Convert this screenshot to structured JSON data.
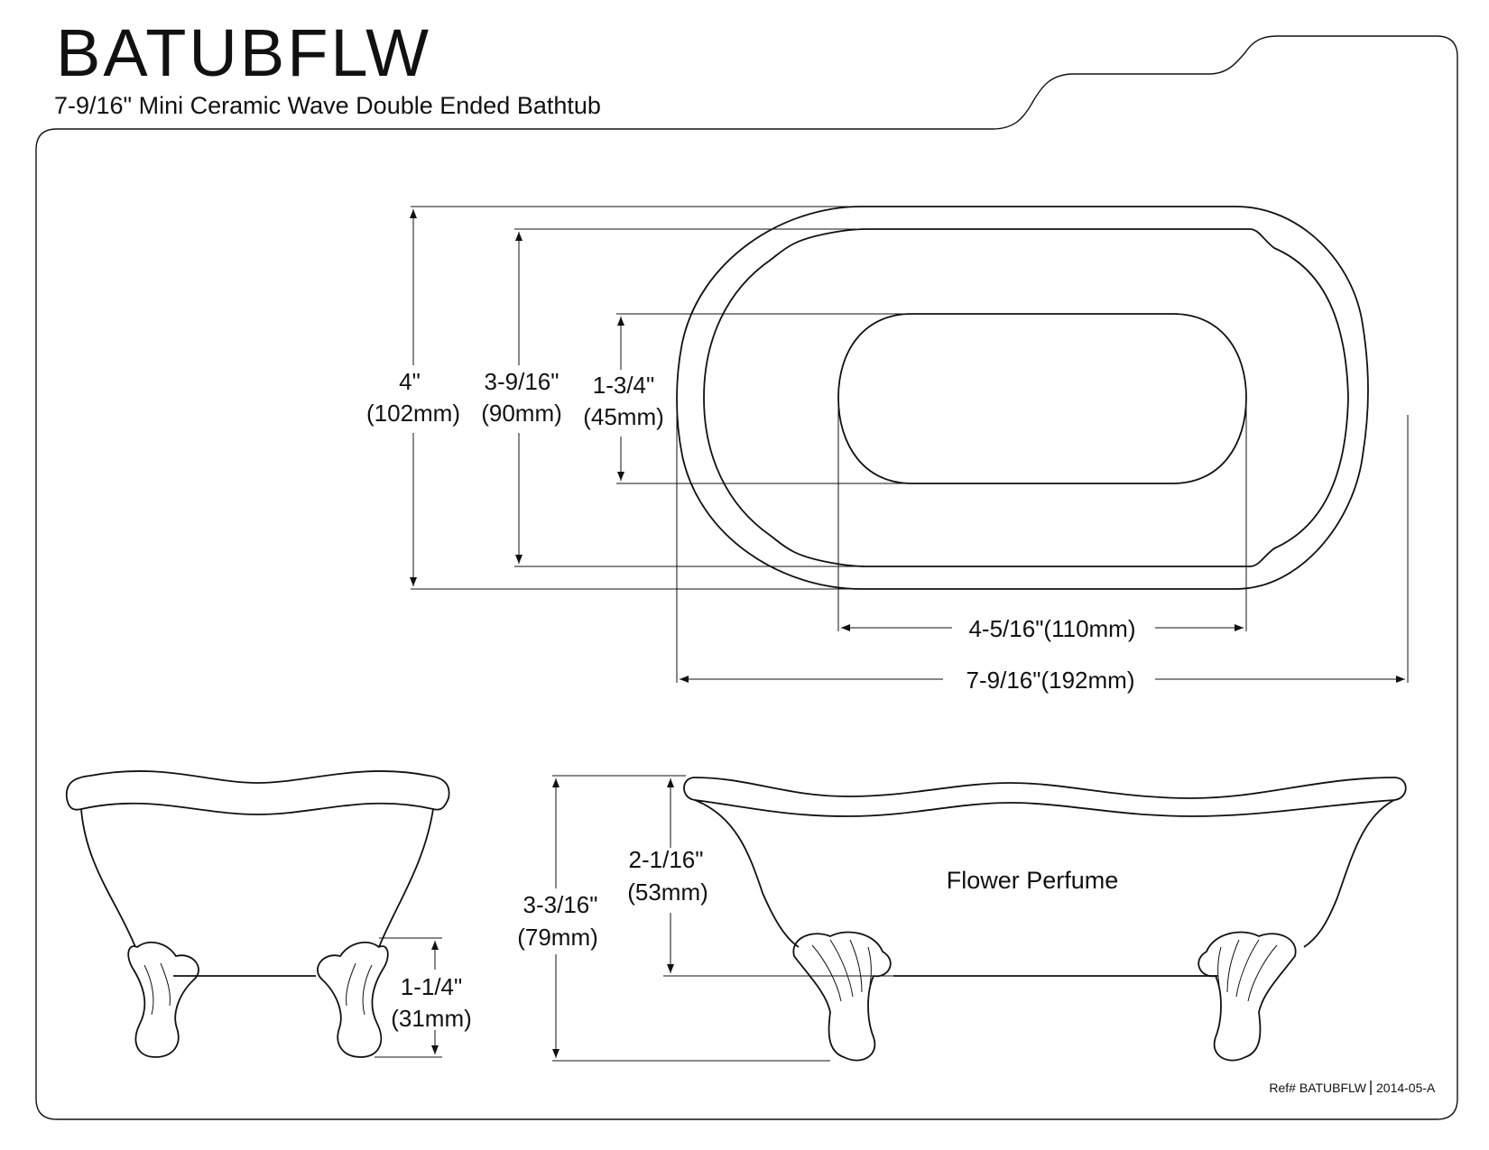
{
  "header": {
    "model": "BATUBFLW",
    "description": "7-9/16\" Mini Ceramic Wave Double Ended Bathtub"
  },
  "top_view": {
    "overall_width_in": "4\"",
    "overall_width_mm": "(102mm)",
    "inner_width_in": "3-9/16\"",
    "inner_width_mm": "(90mm)",
    "basin_width_in": "1-3/4\"",
    "basin_width_mm": "(45mm)",
    "basin_length": "4-5/16\"(110mm)",
    "overall_length": "7-9/16\"(192mm)"
  },
  "side_views": {
    "foot_height_in": "1-1/4\"",
    "foot_height_mm": "(31mm)",
    "overall_height_in": "3-3/16\"",
    "overall_height_mm": "(79mm)",
    "body_height_in": "2-1/16\"",
    "body_height_mm": "(53mm)",
    "finish_label": "Flower Perfume"
  },
  "footer": {
    "reference": "Ref# BATUBFLW",
    "revision": "2014-05-A"
  }
}
